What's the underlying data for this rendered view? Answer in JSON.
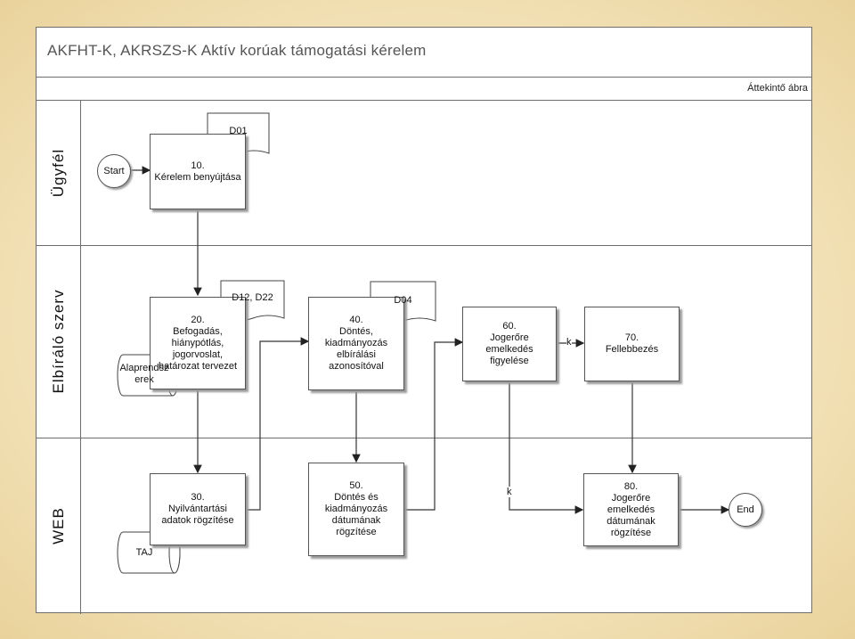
{
  "title": "AKFHT-K, AKRSZS-K Aktív korúak támogatási kérelem",
  "overview_label": "Áttekintő ábra",
  "lanes": [
    "Ügyfél",
    "Elbíráló szerv",
    "WEB"
  ],
  "nodes": {
    "start": "Start",
    "end": "End",
    "n10": {
      "num": "10.",
      "text": "Kérelem benyújtása"
    },
    "n20": {
      "num": "20.",
      "text": "Befogadás, hiánypótlás, jogorvoslat, határozat tervezet"
    },
    "n30": {
      "num": "30.",
      "text": "Nyilvántartási adatok rögzítése"
    },
    "n40": {
      "num": "40.",
      "text": "Döntés, kiadmányozás elbírálási azonosítóval"
    },
    "n50": {
      "num": "50.",
      "text": "Döntés és kiadmányozás dátumának rögzítése"
    },
    "n60": {
      "num": "60.",
      "text": "Jogerőre emelkedés figyelése"
    },
    "n70": {
      "num": "70.",
      "text": "Fellebbezés"
    },
    "n80": {
      "num": "80.",
      "text": "Jogerőre emelkedés dátumának rögzítése"
    }
  },
  "documents": {
    "d01": "D01",
    "d12": "D12, D22",
    "d04": "D04"
  },
  "databases": {
    "alaprend": "Alaprendszerek",
    "taj": "TAJ"
  },
  "edge_labels": {
    "e60_70": "k",
    "e60_80": "k"
  }
}
